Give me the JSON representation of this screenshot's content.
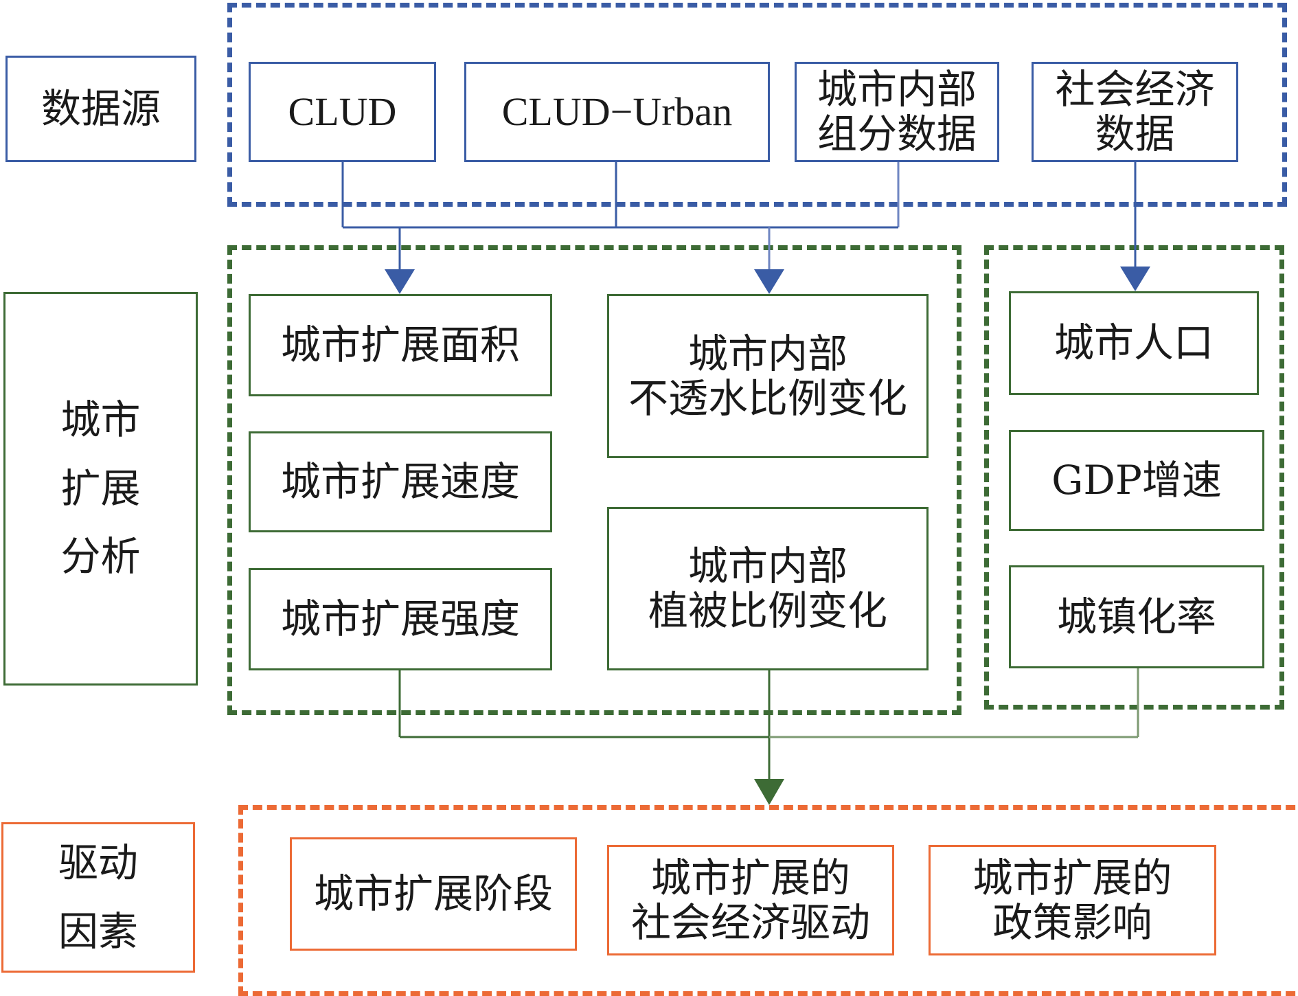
{
  "colors": {
    "data_source": "#3a5ca5",
    "analysis": "#3d6b35",
    "drivers": "#ec6a35"
  },
  "rows": {
    "data_source": {
      "label": "数据源",
      "items": [
        "CLUD",
        "CLUD−Urban",
        "城市内部\n组分数据",
        "社会经济\n数据"
      ]
    },
    "analysis": {
      "label": "城市\n扩展\n分析",
      "left_items": [
        "城市扩展面积",
        "城市扩展速度",
        "城市扩展强度"
      ],
      "middle_items": [
        "城市内部\n不透水比例变化",
        "城市内部\n植被比例变化"
      ],
      "right_items": [
        "城市人口",
        "GDP增速",
        "城镇化率"
      ]
    },
    "drivers": {
      "label": "驱动\n因素",
      "items": [
        "城市扩展阶段",
        "城市扩展的\n社会经济驱动",
        "城市扩展的\n政策影响"
      ]
    }
  }
}
